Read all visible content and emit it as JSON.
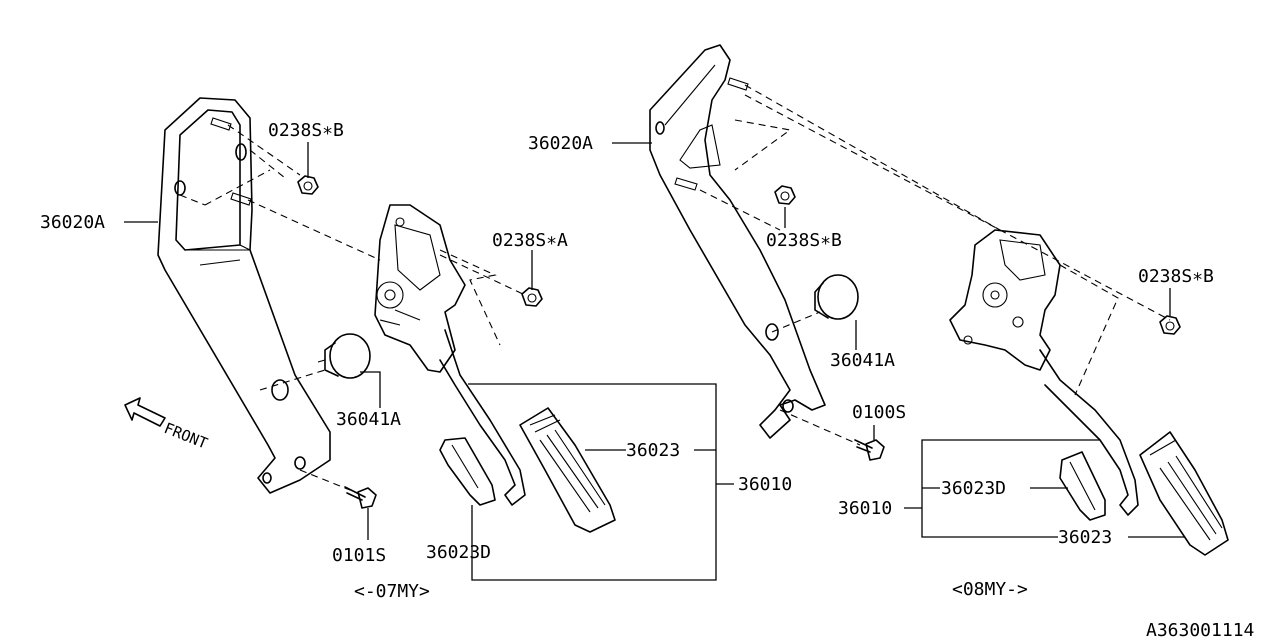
{
  "labels": {
    "bracket_left": "36020A",
    "bracket_right": "36020A",
    "nut_b_left": "0238S∗B",
    "nut_a": "0238S∗A",
    "nut_b_mid": "0238S∗B",
    "nut_b_right": "0238S∗B",
    "stopper_left": "36041A",
    "stopper_right": "36041A",
    "bolt_left": "0101S",
    "bolt_right": "0100S",
    "pad_left": "36023",
    "pad_right": "36023",
    "assy_left": "36010",
    "assy_right": "36010",
    "pad_d_left": "36023D",
    "pad_d_right": "36023D",
    "front": "FRONT",
    "era_left": "<-07MY>",
    "era_right": "<08MY->",
    "diagram_id": "A363001114"
  }
}
